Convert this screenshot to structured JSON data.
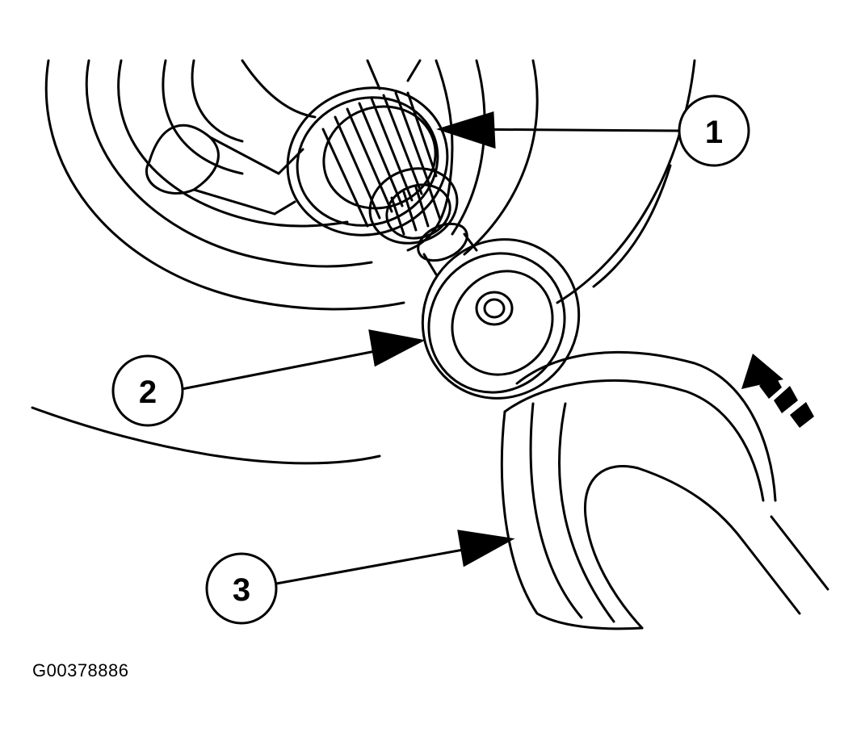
{
  "callouts": [
    {
      "label": "1"
    },
    {
      "label": "2"
    },
    {
      "label": "3"
    }
  ],
  "figure_id": "G00378886"
}
